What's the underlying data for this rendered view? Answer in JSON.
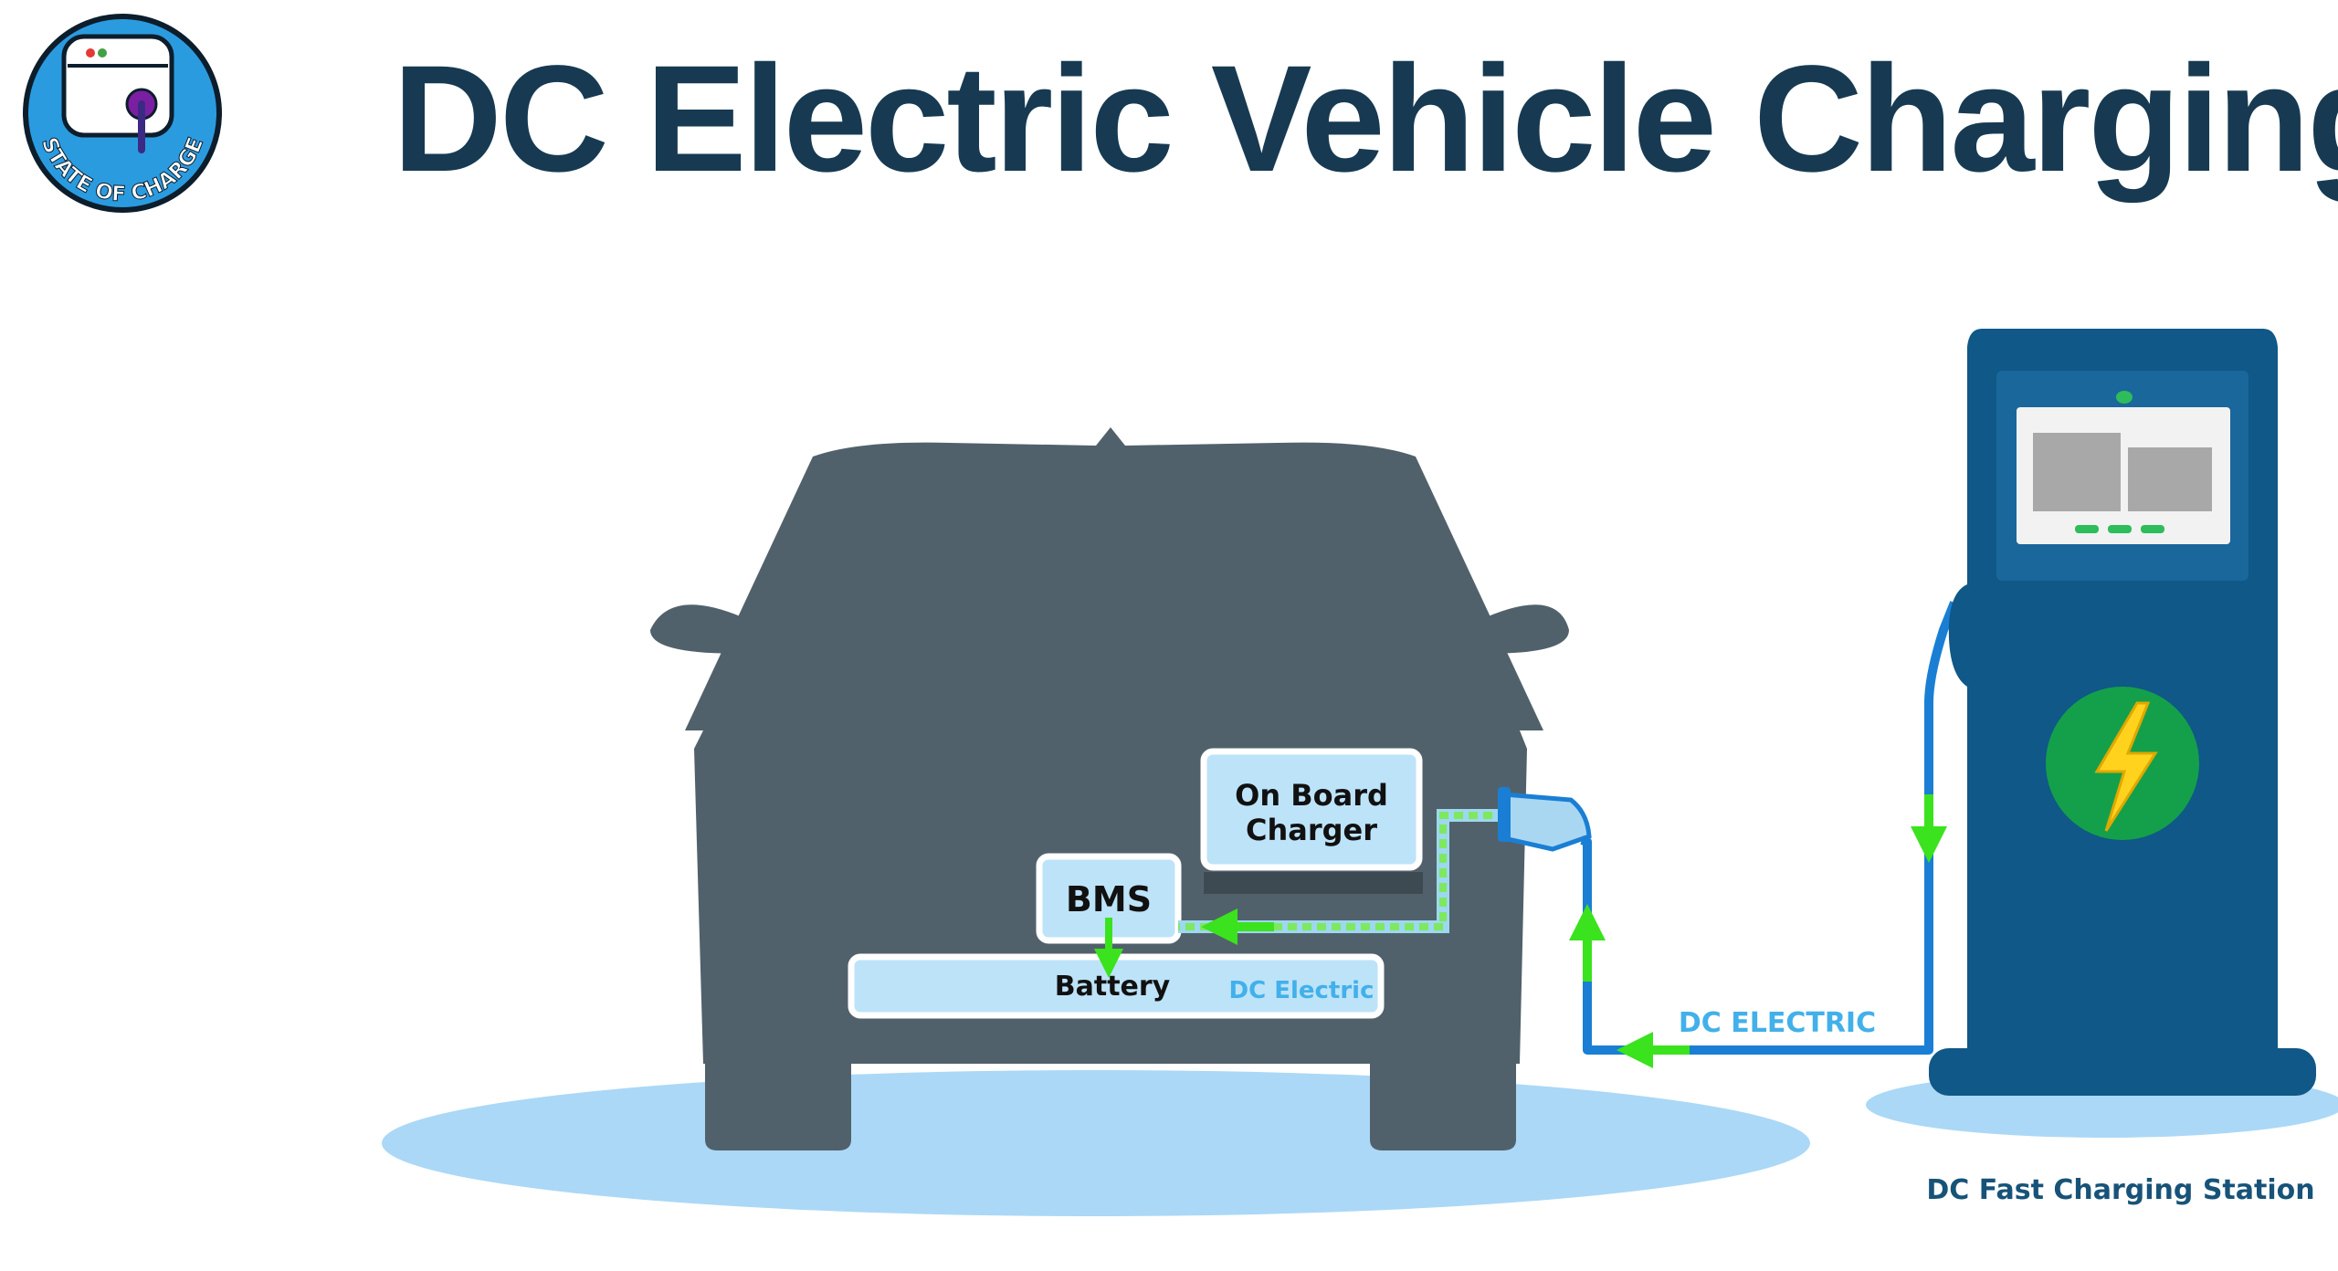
{
  "title": "DC Electric Vehicle Charging",
  "logo": {
    "text": "STATE OF CHARGE"
  },
  "labels": {
    "on_board_charger_line1": "On Board",
    "on_board_charger_line2": "Charger",
    "bms": "BMS",
    "battery": "Battery",
    "battery_dc": "DC Electric",
    "cable_dc": "DC ELECTRIC",
    "station": "DC Fast Charging Station"
  },
  "colors": {
    "title": "#173a52",
    "car": "#51616b",
    "shadow": "#abd8f6",
    "box_fill": "#bde3f9",
    "station": "#0f5887",
    "cable": "#1a7fd4",
    "arrow": "#3be21e",
    "label_blue": "#42b0ea",
    "station_label": "#175378",
    "bolt_bg": "#14a04a",
    "bolt": "#ffd21e"
  }
}
